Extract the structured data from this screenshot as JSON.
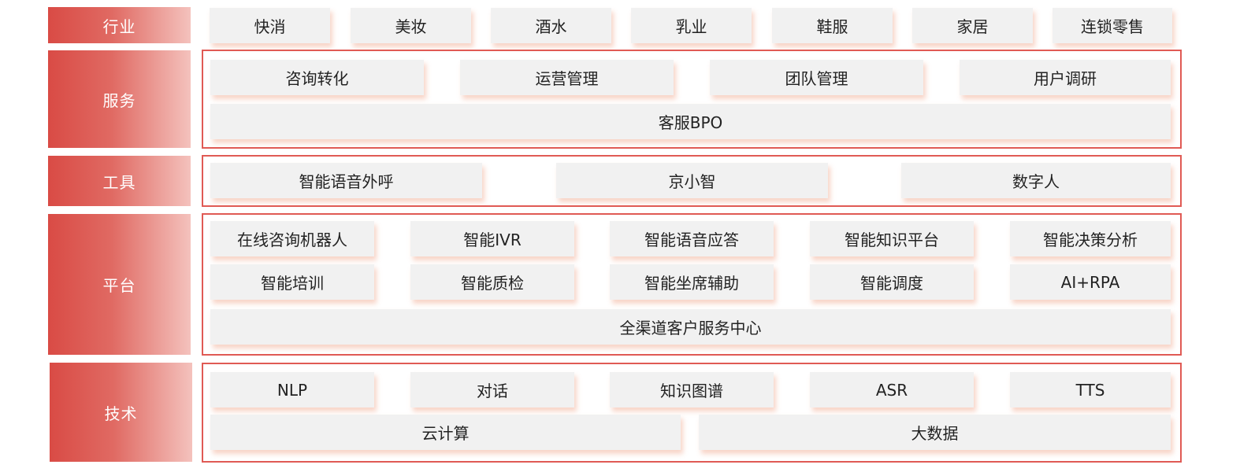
{
  "rows": {
    "industry": {
      "label": "行业",
      "items": [
        "快消",
        "美妆",
        "酒水",
        "乳业",
        "鞋服",
        "家居",
        "连锁零售"
      ]
    },
    "service": {
      "label": "服务",
      "items": [
        "咨询转化",
        "运营管理",
        "团队管理",
        "用户调研"
      ],
      "wide": "客服BPO"
    },
    "tools": {
      "label": "工具",
      "items": [
        "智能语音外呼",
        "京小智",
        "数字人"
      ]
    },
    "platform": {
      "label": "平台",
      "row1": [
        "在线咨询机器人",
        "智能IVR",
        "智能语音应答",
        "智能知识平台",
        "智能决策分析"
      ],
      "row2": [
        "智能培训",
        "智能质检",
        "智能坐席辅助",
        "智能调度",
        "AI+RPA"
      ],
      "wide": "全渠道客户服务中心"
    },
    "tech": {
      "label": "技术",
      "row1": [
        "NLP",
        "对话",
        "知识图谱",
        "ASR",
        "TTS"
      ],
      "row2": [
        "云计算",
        "大数据"
      ]
    }
  },
  "colors": {
    "accent": "#d94b45",
    "frame": "#e05a54",
    "box": "#f1f1f1"
  }
}
